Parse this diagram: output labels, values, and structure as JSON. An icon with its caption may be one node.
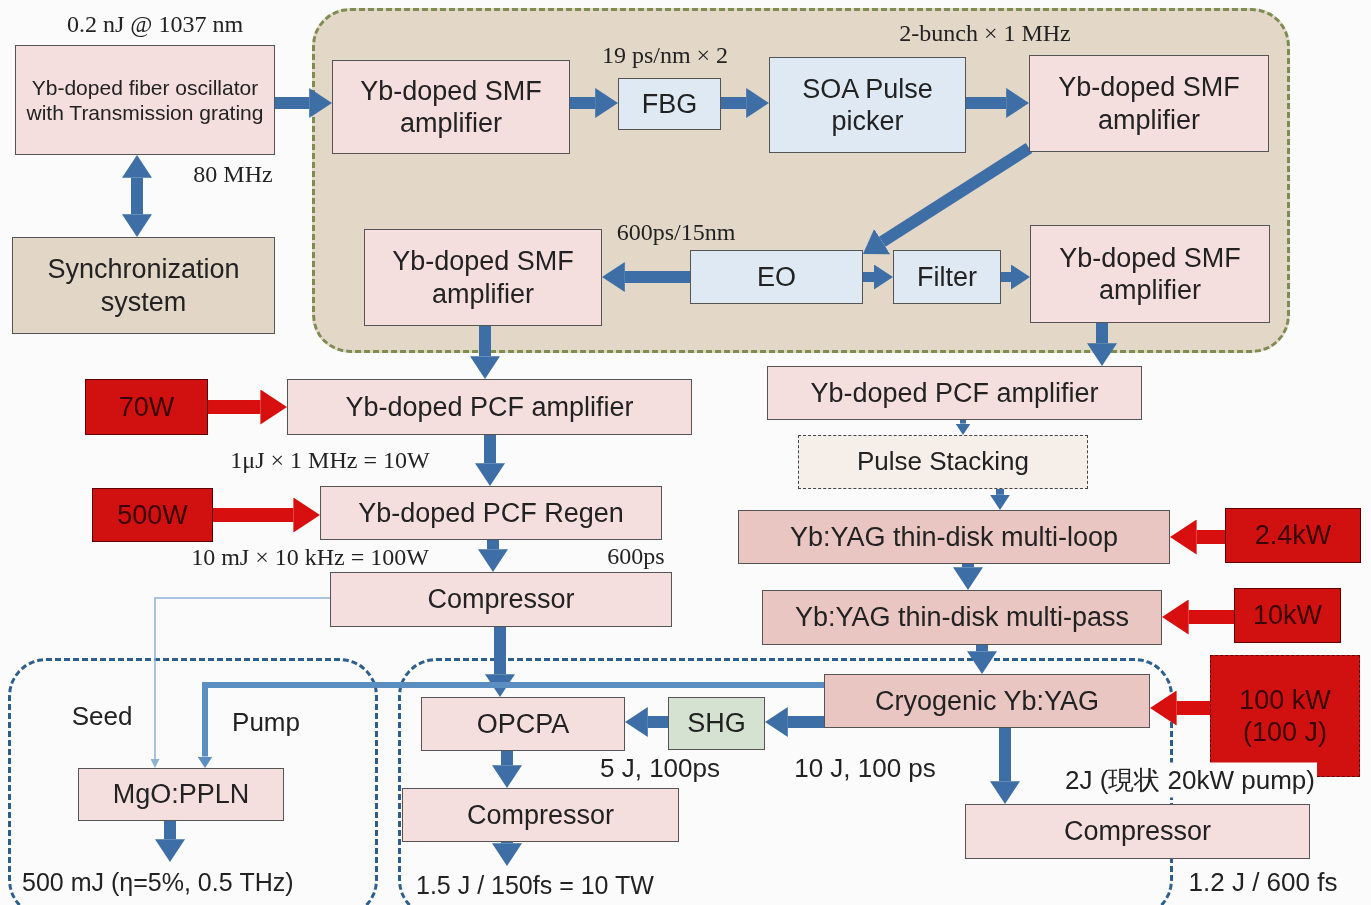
{
  "diagram": {
    "nodes": [
      {
        "text": [
          "Yb-doped fiber oscillator with Transmission grating"
        ],
        "beside": [
          "0.2 nJ @ 1037 nm",
          "80 MHz"
        ]
      },
      {
        "text": [
          "Synchronization system"
        ]
      },
      {
        "text": [],
        "shape": "box"
      },
      {
        "text": [
          "Yb-doped SMF amplifier"
        ],
        "in": 2
      },
      {
        "text": [
          "FBG"
        ],
        "in": 2,
        "beside": [
          "19 ps/nm × 2"
        ]
      },
      {
        "text": [
          "SOA Pulse picker"
        ],
        "in": 2
      },
      {
        "text": [
          "Yb-doped SMF amplifier"
        ],
        "in": 2
      },
      {
        "text": [
          "Yb-doped SMF amplifier"
        ],
        "in": 2
      },
      {
        "text": [
          "EO"
        ],
        "in": 2,
        "beside": [
          "600ps/15nm"
        ]
      },
      {
        "text": [
          "Filter"
        ],
        "in": 2
      },
      {
        "text": [
          "Yb-doped SMF amplifier"
        ],
        "in": 2
      },
      {
        "text": [
          "70W"
        ]
      },
      {
        "text": [
          "Yb-doped PCF amplifier"
        ]
      },
      {
        "text": [
          "Yb-doped PCF amplifier"
        ]
      },
      {
        "text": [
          "Pulse Stacking"
        ]
      },
      {
        "text": [
          "500W"
        ]
      },
      {
        "text": [
          "Yb-doped PCF Regen"
        ],
        "beside": [
          "600ps"
        ]
      },
      {
        "text": [
          "Yb:YAG thin-disk multi-loop"
        ]
      },
      {
        "text": [
          "2.4kW"
        ]
      },
      {
        "text": [
          "Compressor"
        ]
      },
      {
        "text": [
          "Yb:YAG thin-disk multi-pass"
        ]
      },
      {
        "text": [
          "10kW"
        ]
      },
      {
        "text": [],
        "shape": "box"
      },
      {
        "text": [],
        "shape": "box"
      },
      {
        "text": [
          "Cryogenic Yb:YAG"
        ],
        "in": 23
      },
      {
        "text": [
          "100 kW (100 J)"
        ]
      },
      {
        "text": [
          "MgO:PPLN"
        ],
        "in": 22
      },
      {
        "text": [
          "OPCPA"
        ],
        "in": 23
      },
      {
        "text": [
          "SHG"
        ],
        "in": 23
      },
      {
        "text": [
          "Compressor"
        ],
        "in": 23
      },
      {
        "text": [
          "Compressor"
        ],
        "beside": [
          "1.2 J / 600 fs"
        ]
      },
      {
        "text": [
          "500 mJ  (η=5%,  0.5 THz)"
        ],
        "in": 22
      },
      {
        "text": [
          "1.5 J / 150fs = 10 TW"
        ],
        "in": 23
      }
    ],
    "edges": [
      {
        "from": 0,
        "to": 1,
        "arrow": "both"
      },
      {
        "from": 0,
        "to": 3,
        "arrow": "to"
      },
      {
        "from": 3,
        "to": 4,
        "arrow": "to"
      },
      {
        "from": 4,
        "to": 5,
        "arrow": "to"
      },
      {
        "from": 5,
        "to": 6,
        "arrow": "to"
      },
      {
        "from": 6,
        "to": 8,
        "arrow": "to"
      },
      {
        "from": 8,
        "to": 9,
        "arrow": "to"
      },
      {
        "from": 9,
        "to": 10,
        "arrow": "to"
      },
      {
        "from": 8,
        "to": 7,
        "arrow": "to"
      },
      {
        "from": 7,
        "to": 12,
        "arrow": "to"
      },
      {
        "from": 10,
        "to": 13,
        "arrow": "to"
      },
      {
        "from": 11,
        "to": 12,
        "arrow": "to",
        "color": "#d7100f"
      },
      {
        "from": 12,
        "to": 16,
        "arrow": "to",
        "label": "1μJ  × 1 MHz = 10W"
      },
      {
        "from": 15,
        "to": 16,
        "arrow": "to",
        "color": "#d7100f"
      },
      {
        "from": 16,
        "to": 19,
        "arrow": "to",
        "label": "10 mJ  × 10 kHz = 100W"
      },
      {
        "from": 13,
        "to": 14,
        "arrow": "to"
      },
      {
        "from": 14,
        "to": 17,
        "arrow": "to"
      },
      {
        "from": 18,
        "to": 17,
        "arrow": "to",
        "color": "#d7100f"
      },
      {
        "from": 17,
        "to": 20,
        "arrow": "to"
      },
      {
        "from": 21,
        "to": 20,
        "arrow": "to",
        "color": "#d7100f"
      },
      {
        "from": 20,
        "to": 24,
        "arrow": "to"
      },
      {
        "from": 25,
        "to": 24,
        "arrow": "to",
        "color": "#d7100f"
      },
      {
        "from": 24,
        "to": 28,
        "arrow": "to",
        "label": "10 J,  100 ps"
      },
      {
        "from": 28,
        "to": 27,
        "arrow": "to",
        "label": "5 J, 100ps"
      },
      {
        "from": 19,
        "to": 27,
        "arrow": "to"
      },
      {
        "from": 19,
        "to": 26,
        "arrow": "to",
        "label": "Seed",
        "color": "#8fb2d3"
      },
      {
        "from": 24,
        "to": 26,
        "arrow": "to",
        "label": "Pump",
        "color": "#5b8fc2"
      },
      {
        "from": 27,
        "to": 29,
        "arrow": "to"
      },
      {
        "from": 29,
        "to": 32,
        "arrow": "to"
      },
      {
        "from": 26,
        "to": 31,
        "arrow": "to"
      },
      {
        "from": 24,
        "to": 30,
        "arrow": "to",
        "label": "2J (現状 20kW pump)"
      }
    ],
    "labels": [
      "2-bunch × 1 MHz"
    ]
  }
}
